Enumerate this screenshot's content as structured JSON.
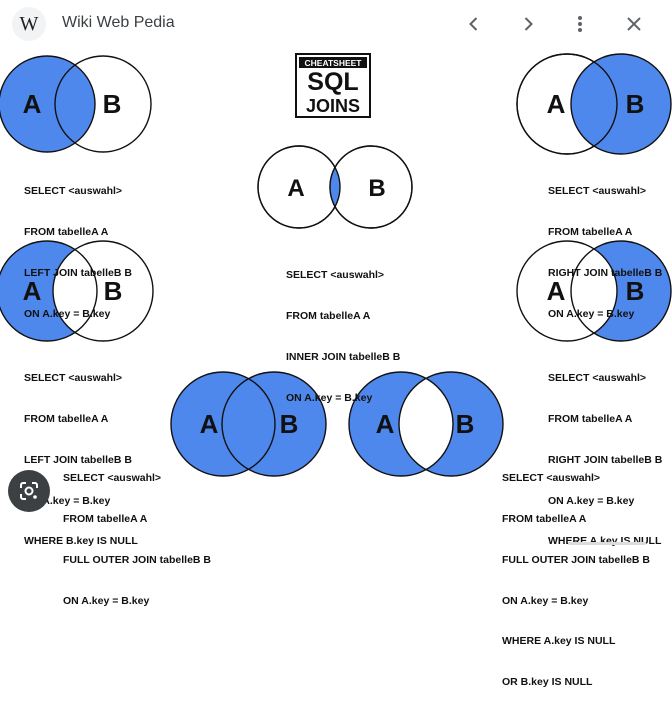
{
  "header": {
    "logo_letter": "W",
    "site_name": "Wiki Web Pedia"
  },
  "colors": {
    "fill": "#4f88ec",
    "stroke": "#111111"
  },
  "cheatsheet": {
    "top": "CHEATSHEET",
    "line1": "SQL",
    "line2": "JOINS"
  },
  "diagrams": {
    "left_join": {
      "a": "A",
      "b": "B",
      "sql": [
        "SELECT <auswahl>",
        "FROM tabelleA A",
        "LEFT JOIN tabelleB B",
        "ON A.key = B.key"
      ]
    },
    "inner_join": {
      "a": "A",
      "b": "B",
      "sql": [
        "SELECT <auswahl>",
        "FROM tabelleA A",
        "INNER JOIN tabelleB B",
        "ON A.key = B.key"
      ]
    },
    "right_join": {
      "a": "A",
      "b": "B",
      "sql": [
        "SELECT <auswahl>",
        "FROM tabelleA A",
        "RIGHT JOIN tabelleB B",
        "ON A.key = B.key"
      ]
    },
    "left_excl": {
      "a": "A",
      "b": "B",
      "sql": [
        "SELECT <auswahl>",
        "FROM tabelleA A",
        "LEFT JOIN tabelleB B",
        "ON A.key = B.key",
        "WHERE B.key IS NULL"
      ]
    },
    "right_excl": {
      "a": "A",
      "b": "B",
      "sql": [
        "SELECT <auswahl>",
        "FROM tabelleA A",
        "RIGHT JOIN tabelleB B",
        "ON A.key = B.key",
        "WHERE A.key IS NULL"
      ]
    },
    "full_outer": {
      "a": "A",
      "b": "B",
      "sql": [
        "SELECT <auswahl>",
        "FROM tabelleA A",
        "FULL OUTER JOIN tabelleB B",
        "ON A.key = B.key"
      ]
    },
    "full_outer_excl": {
      "a": "A",
      "b": "B",
      "sql": [
        "SELECT <auswahl>",
        "FROM tabelleA A",
        "FULL OUTER JOIN tabelleB B",
        "ON A.key = B.key",
        "WHERE A.key IS NULL",
        "OR B.key IS NULL"
      ]
    }
  }
}
